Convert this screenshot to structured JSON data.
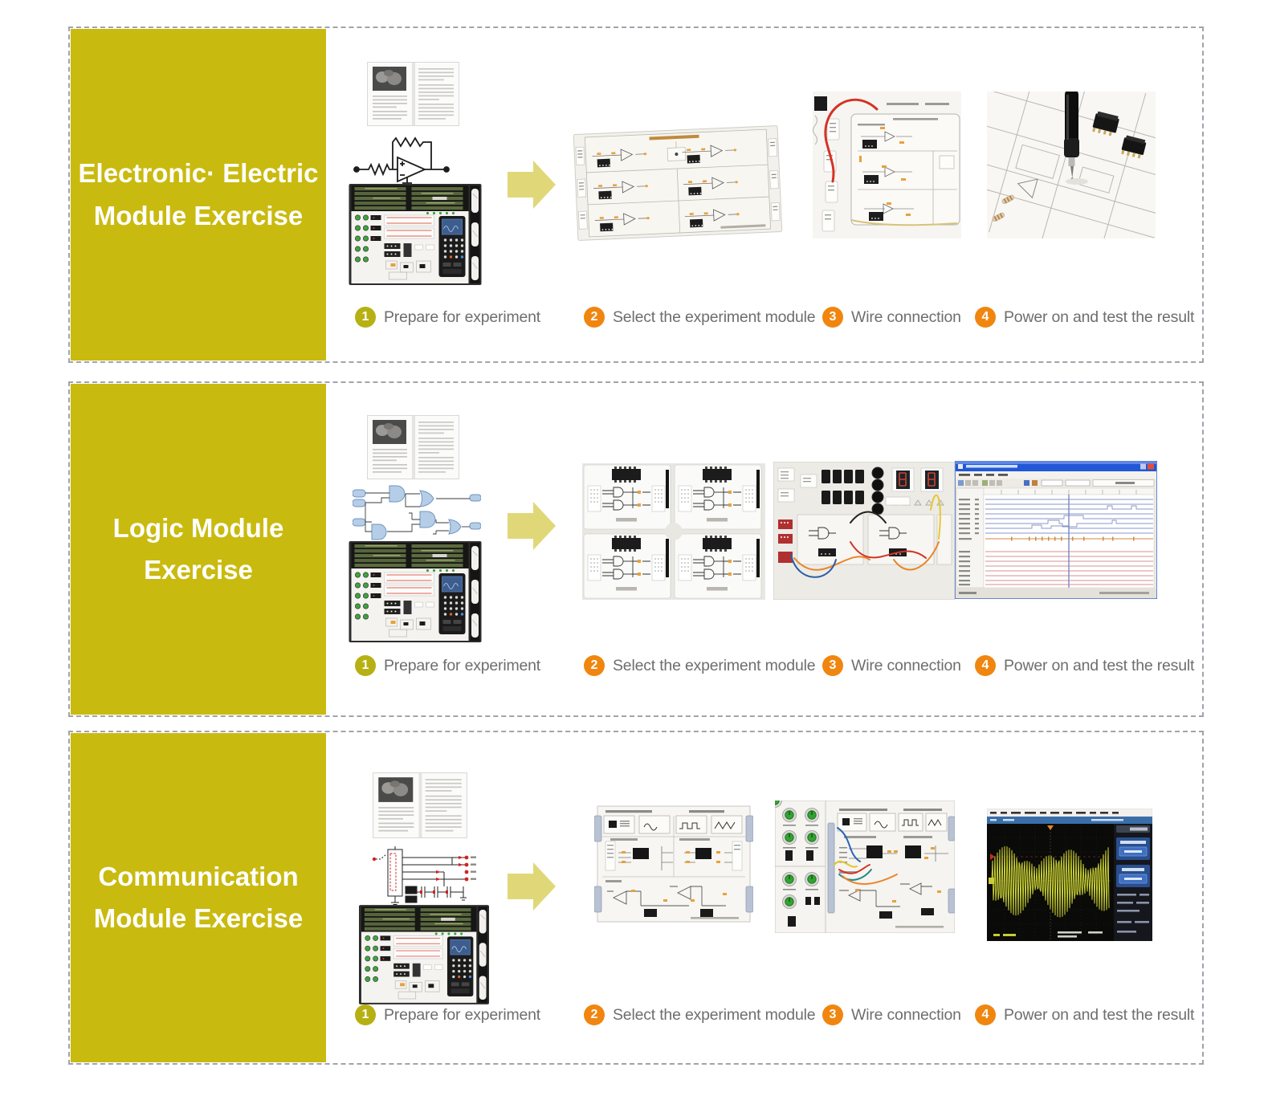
{
  "colors": {
    "accent_olive": "#c9ba0f",
    "step1_circle": "#b6b013",
    "step_circle_orange": "#f0860f",
    "arrow": "#e0d878",
    "step_text": "#6e6e6e",
    "title_text": "#ffffff",
    "dashed_border": "#a2a3ab"
  },
  "rows": [
    {
      "title_lines": [
        "Electronic· Electric",
        "Module Exercise"
      ],
      "steps": [
        {
          "num": "1",
          "label": "Prepare for experiment"
        },
        {
          "num": "2",
          "label": "Select the experiment module"
        },
        {
          "num": "3",
          "label": "Wire connection"
        },
        {
          "num": "4",
          "label": "Power on and test the result"
        }
      ]
    },
    {
      "title_lines": [
        "Logic Module",
        "Exercise"
      ],
      "steps": [
        {
          "num": "1",
          "label": "Prepare for experiment"
        },
        {
          "num": "2",
          "label": "Select the experiment module"
        },
        {
          "num": "3",
          "label": "Wire connection"
        },
        {
          "num": "4",
          "label": "Power on and test the result"
        }
      ]
    },
    {
      "title_lines": [
        "Communication",
        "Module Exercise"
      ],
      "steps": [
        {
          "num": "1",
          "label": "Prepare for experiment"
        },
        {
          "num": "2",
          "label": "Select the experiment module"
        },
        {
          "num": "3",
          "label": "Wire connection"
        },
        {
          "num": "4",
          "label": "Power on and test the result"
        }
      ]
    }
  ]
}
